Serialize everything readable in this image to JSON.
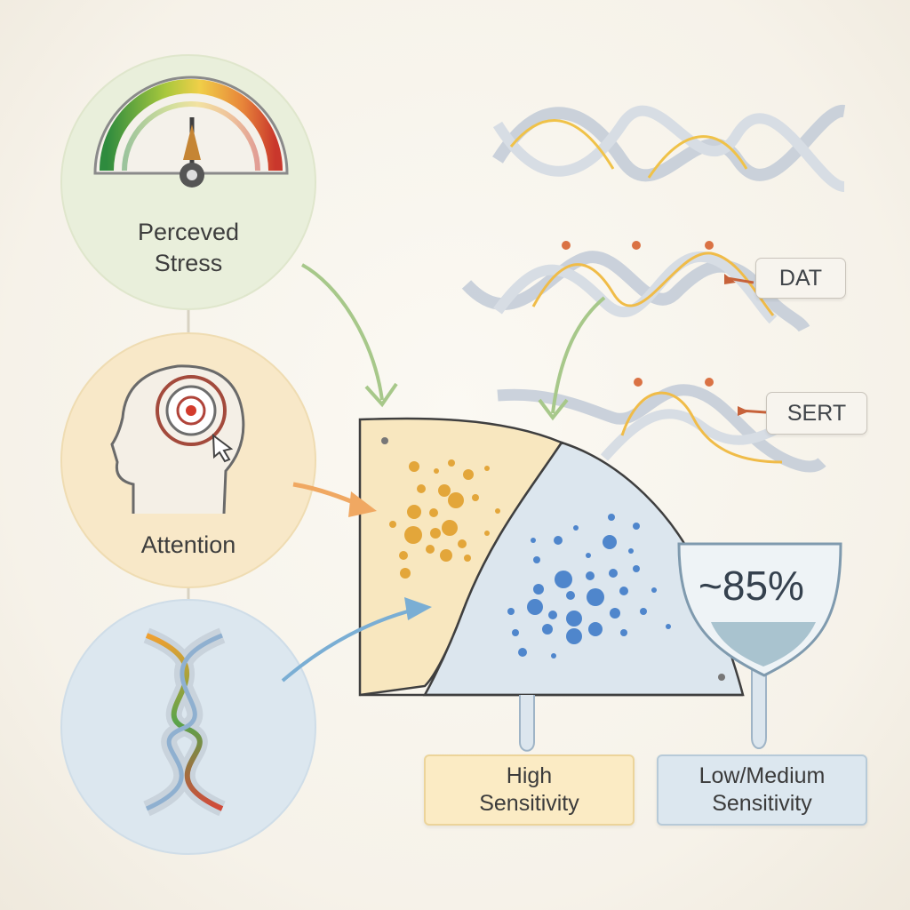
{
  "nodes": {
    "stress": {
      "line1": "Perceved",
      "line2": "Stress"
    },
    "attention": {
      "label": "Attention"
    },
    "genetics": {
      "label": ""
    }
  },
  "genes": {
    "dat": "DAT",
    "sert": "SERT"
  },
  "groups": {
    "high": {
      "line1": "High",
      "line2": "Sensitivity"
    },
    "low": {
      "line1": "Low/Medium",
      "line2": "Sensitivity"
    }
  },
  "gauge_value": "~85%",
  "colors": {
    "stress_bg": "#eaf0dc",
    "attention_bg": "#f8e9c9",
    "genetics_bg": "#dde8f0",
    "high_fill": "#f8e7bd",
    "low_fill": "#dbe6ef",
    "orange_dot": "#e2a63a",
    "blue_dot": "#4f86cc"
  }
}
